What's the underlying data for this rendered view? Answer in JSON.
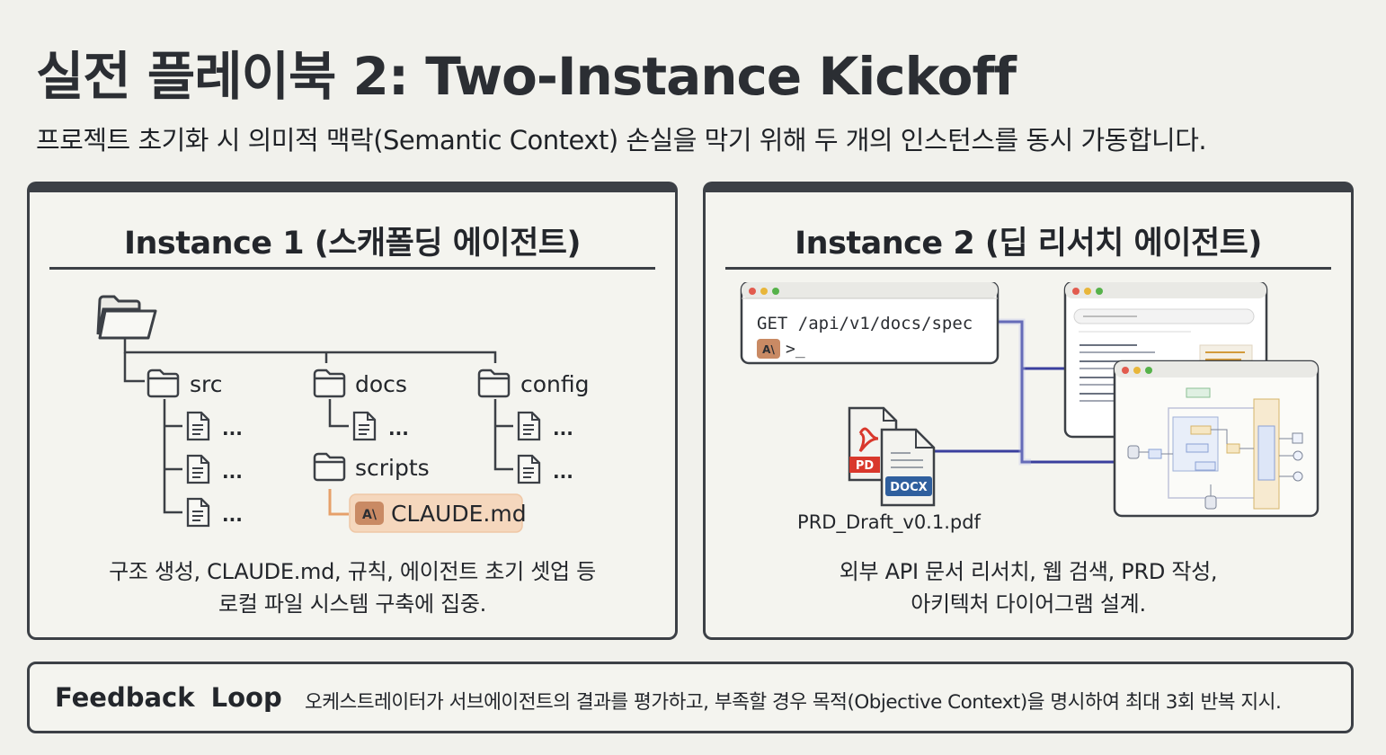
{
  "title": "실전 플레이북 2: Two-Instance Kickoff",
  "subtitle": "프로젝트 초기화 시 의미적 맥락(Semantic Context) 손실을 막기 위해 두 개의 인스턴스를 동시 가동합니다.",
  "instance1": {
    "heading": "Instance 1 (스캐폴딩 에이전트)",
    "tree": {
      "root_icon": "folder-open-icon",
      "folders": [
        "src",
        "docs",
        "config",
        "scripts"
      ],
      "ellipsis": "...",
      "special_file": "CLAUDE.md",
      "special_file_badge": "A\\",
      "accent": "#e6a06a"
    },
    "description": [
      "구조 생성, CLAUDE.md, 규칙, 에이전트 초기 셋업 등",
      "로컬 파일 시스템 구축에 집중."
    ]
  },
  "instance2": {
    "heading": "Instance 2 (딥 리서치 에이전트)",
    "terminal": {
      "command": "GET /api/v1/docs/spec",
      "prompt_badge": "A\\",
      "prompt": ">_"
    },
    "files": {
      "pdf_badge": "PD",
      "docx_badge": "DOCX",
      "filename": "PRD_Draft_v0.1.pdf"
    },
    "connector_color": "#3a3f9e",
    "description": [
      "외부 API 문서 리서치, 웹 검색, PRD 작성,",
      "아키텍처 다이어그램 설계."
    ]
  },
  "feedback": {
    "label": "Feedback Loop",
    "text": "오케스트레이터가 서브에이전트의 결과를 평가하고, 부족할 경우 목적(Objective Context)을 명시하여 최대 3회 반복 지시."
  }
}
